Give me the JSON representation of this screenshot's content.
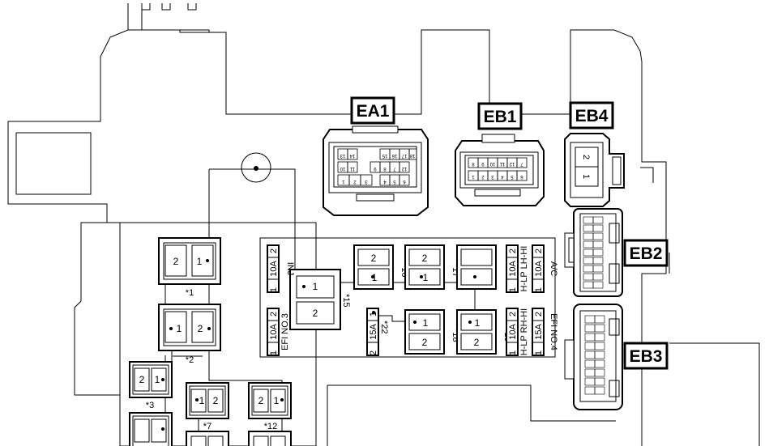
{
  "connectors": {
    "ea1": "EA1",
    "eb1": "EB1",
    "eb4": "EB4",
    "eb2": "EB2",
    "eb3": "EB3"
  },
  "fuses": {
    "inj": {
      "pin1": "1",
      "rating": "10A",
      "pin2": "2",
      "name": "INJ"
    },
    "efi_no3": {
      "pin1": "1",
      "rating": "10A",
      "pin2": "2",
      "name": "EFI NO.3"
    },
    "h_lp_lh_hi": {
      "pin1": "1",
      "rating": "10A",
      "pin2": "2",
      "name": "H-LP LH-HI"
    },
    "a_c": {
      "pin1": "1",
      "rating": "10A",
      "pin2": "2",
      "name": "A/C"
    },
    "h_lp_rh_hi": {
      "pin1": "1",
      "rating": "10A",
      "pin2": "2",
      "name": "H-LP RH-HI"
    },
    "efi_no4": {
      "pin1": "1",
      "rating": "15A",
      "pin2": "2",
      "name": "EFI NO.4"
    },
    "f22": {
      "pin1": "1",
      "rating": "15A",
      "pin2": "2"
    }
  },
  "relay_labels": {
    "r1": "*1",
    "r2": "*2",
    "r3": "*3",
    "r7": "*7",
    "r12": "*12",
    "r15": "*15",
    "r16": "*16",
    "r17": "*17",
    "r18": "*18",
    "r19": "*19",
    "r22": "*22"
  },
  "terminals": {
    "t1": "1",
    "t2": "2"
  },
  "ea1_pins": {
    "row1": [
      "13",
      "14",
      "",
      "",
      "15",
      "16",
      "17",
      "18"
    ],
    "row2": [
      "10",
      "11",
      "",
      "",
      "",
      "9",
      "8",
      "7",
      "12"
    ],
    "row3": [
      "1",
      "2",
      "3",
      "4",
      "5",
      "6"
    ]
  },
  "eb1_pins": {
    "row1": [
      "8",
      "9",
      "10",
      "11",
      "12",
      "7"
    ],
    "row2": [
      "1",
      "2",
      "3",
      "4",
      "5",
      "6"
    ]
  },
  "eb4_pins": [
    "2",
    "1"
  ]
}
